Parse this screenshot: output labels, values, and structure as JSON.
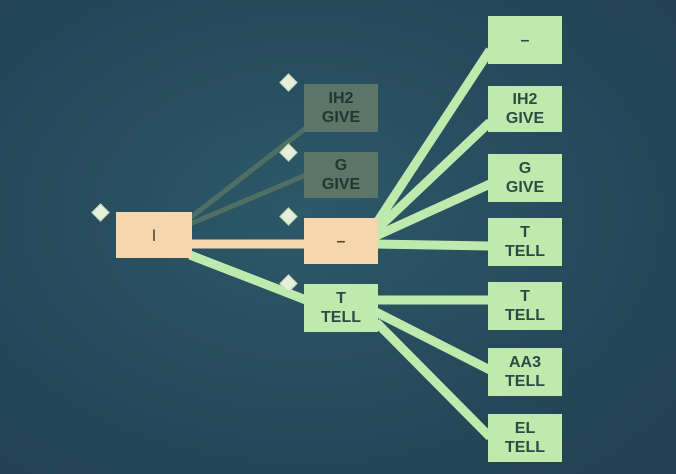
{
  "tree": {
    "root": {
      "label": "I"
    },
    "mid": {
      "give_ih2": {
        "line1": "IH2",
        "line2": "GIVE"
      },
      "give_g": {
        "line1": "G",
        "line2": "GIVE"
      },
      "blank": {
        "label": "–"
      },
      "tell_t": {
        "line1": "T",
        "line2": "TELL"
      }
    },
    "right": [
      {
        "line1": "–",
        "line2": ""
      },
      {
        "line1": "IH2",
        "line2": "GIVE"
      },
      {
        "line1": "G",
        "line2": "GIVE"
      },
      {
        "line1": "T",
        "line2": "TELL"
      },
      {
        "line1": "T",
        "line2": "TELL"
      },
      {
        "line1": "AA3",
        "line2": "TELL"
      },
      {
        "line1": "EL",
        "line2": "TELL"
      }
    ]
  },
  "colors": {
    "background": "#264d5e",
    "node_green": "#bfeaae",
    "node_dim": "#5b7569",
    "node_peach": "#f6d7ad",
    "link_green": "#bfeaae",
    "link_dim": "#4f6e64",
    "link_peach": "#f6d7ad",
    "marker": "#e5efd9"
  }
}
